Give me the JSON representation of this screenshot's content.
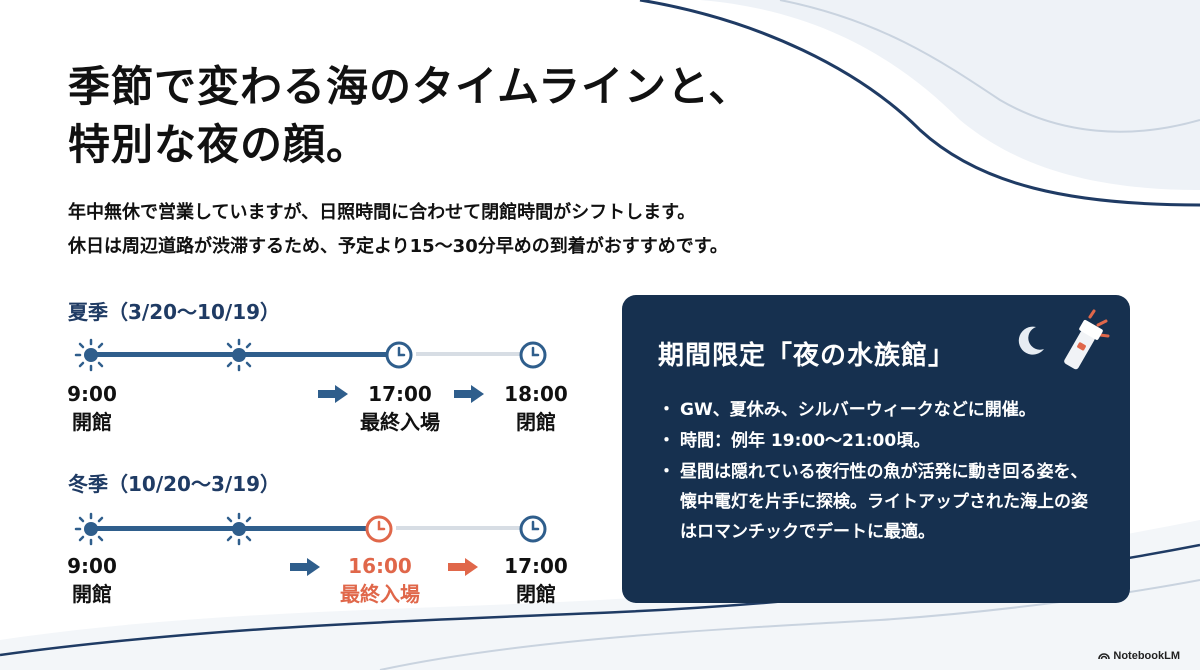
{
  "title": {
    "line1": "季節で変わる海のタイムラインと、",
    "line2": "特別な夜の顔。"
  },
  "intro": {
    "line1": "年中無休で営業していますが、日照時間に合わせて閉館時間がシフトします。",
    "line2": "休日は周辺道路が渋滞するため、予定より15〜30分早めの到着がおすすめです。"
  },
  "summer": {
    "heading": "夏季（3/20〜10/19）",
    "open_time": "9:00",
    "open_label": "開館",
    "last_entry_time": "17:00",
    "last_entry_label": "最終入場",
    "close_time": "18:00",
    "close_label": "閉館"
  },
  "winter": {
    "heading": "冬季（10/20〜3/19）",
    "open_time": "9:00",
    "open_label": "開館",
    "last_entry_time": "16:00",
    "last_entry_label": "最終入場",
    "close_time": "17:00",
    "close_label": "閉館"
  },
  "night_card": {
    "title": "期間限定「夜の水族館」",
    "bullets": [
      "GW、夏休み、シルバーウィークなどに開催。",
      "時間：例年 19:00〜21:00頃。",
      "昼間は隠れている夜行性の魚が活発に動き回る姿を、懐中電灯を片手に探検。ライトアップされた海上の姿はロマンチックでデートに最適。"
    ]
  },
  "icons": {
    "sun": "sun-icon",
    "clock": "clock-icon",
    "arrow": "arrow-right-icon",
    "moon": "moon-icon",
    "flashlight": "flashlight-icon"
  },
  "colors": {
    "navy": "#16304f",
    "timeline_blue": "#2f5e8c",
    "accent_orange": "#e0674a",
    "track_gray": "#d7dde4"
  },
  "brand": "NotebookLM"
}
